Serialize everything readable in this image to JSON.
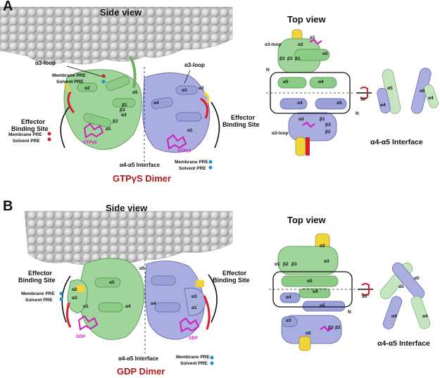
{
  "panelA": {
    "letter": "A",
    "side_view": "Side view",
    "top_view": "Top view",
    "title": "GTPγS Dimer",
    "iface_title": "α4-α5 Interface",
    "a3loop_left": "α3-loop",
    "a3loop_right": "α3-loop",
    "membrane_pre": "Membrane PRE",
    "solvent_pre": "Solvent PRE",
    "effector_left": [
      "Effector",
      "Binding Site"
    ],
    "effector_right": [
      "Effector",
      "Binding Site"
    ],
    "iface_label": "α4-α5 Interface",
    "ligand": "GTPγS",
    "rot": "90°",
    "helices_green": [
      "α2",
      "α5",
      "α1",
      "α3",
      "β1",
      "β3",
      "β2"
    ],
    "helices_blue": [
      "α4",
      "α3",
      "α2",
      "α1"
    ],
    "top_labels": [
      "α3-loop",
      "α2",
      "α3",
      "β2",
      "β3",
      "β1",
      "α5",
      "α4",
      "α4",
      "α5",
      "α3",
      "β1",
      "β3",
      "β2",
      "α3-loop",
      "N",
      "N",
      "α1"
    ],
    "iface_labels": [
      "α5",
      "α4",
      "α5",
      "α4"
    ]
  },
  "panelB": {
    "letter": "B",
    "side_view": "Side view",
    "top_view": "Top view",
    "title": "GDP Dimer",
    "iface_title": "α4-α5 Interface",
    "membrane_pre": "Membrane PRE",
    "solvent_pre": "Solvent PRE",
    "effector_left": [
      "Effector",
      "Binding Site"
    ],
    "effector_right": [
      "Effector",
      "Binding Site"
    ],
    "iface_label": "α4-α5 Interface",
    "ligand": "GDP",
    "rot": "90°",
    "side_labels": [
      "α3",
      "α2",
      "α1",
      "α5",
      "α4",
      "α5",
      "α4",
      "α3",
      "α1"
    ],
    "top_labels": [
      "α1",
      "β2",
      "β3",
      "α2",
      "α3",
      "α5",
      "α4",
      "α4",
      "α5",
      "α3",
      "α2",
      "β3",
      "β2",
      "N"
    ],
    "iface_labels": [
      "α5",
      "α5",
      "α4",
      "α4"
    ]
  },
  "colors": {
    "green": "#9fd49a",
    "blue": "#a9addf",
    "magenta": "#d11bbf",
    "red": "#d8202a",
    "yellow": "#f1d43a",
    "title_red": "#b3181c",
    "membrane": "#cfcfcf"
  }
}
